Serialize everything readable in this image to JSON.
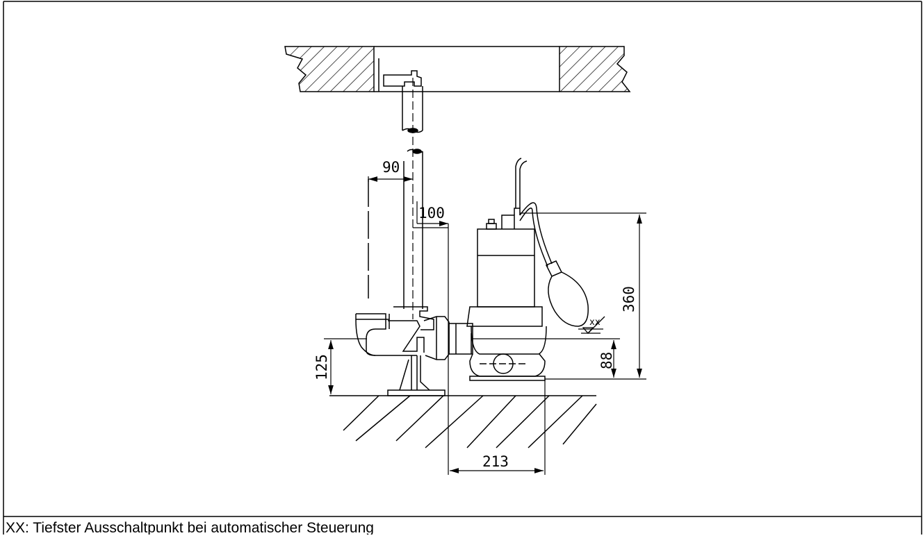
{
  "dimensions": {
    "d90": "90",
    "d100": "100",
    "d360": "360",
    "d125": "125",
    "d88": "88",
    "d213": "213"
  },
  "level_mark": "xx",
  "caption": "XX: Tiefster Ausschaltpunkt bei automatischer Steuerung"
}
